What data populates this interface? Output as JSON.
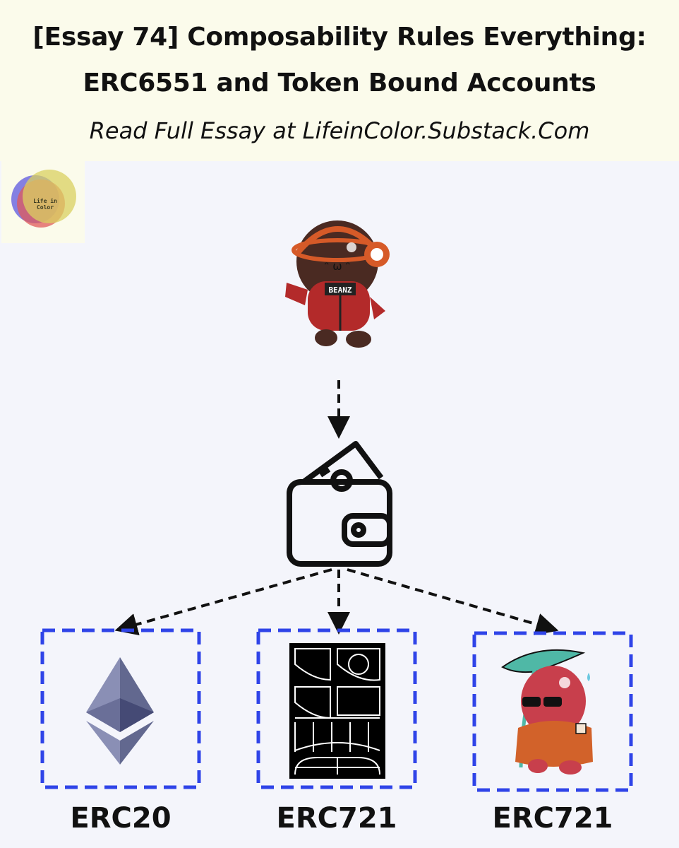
{
  "header": {
    "title_line1": "[Essay 74] Composability Rules Everything:",
    "title_line2": "ERC6551 and Token Bound Accounts",
    "subtitle": "Read Full Essay at LifeinColor.Substack.Com"
  },
  "logo": {
    "text": "Life in Color",
    "colors": [
      "#6f6ae0",
      "#e05a5a",
      "#d9d060"
    ]
  },
  "nodes": {
    "top": {
      "icon": "beanz-character-nft"
    },
    "middle": {
      "icon": "wallet-icon"
    },
    "bottom": [
      {
        "label": "ERC20",
        "icon": "ethereum-icon"
      },
      {
        "label": "ERC721",
        "icon": "abstract-nft-art"
      },
      {
        "label": "ERC721",
        "icon": "azuki-bean-nft"
      }
    ]
  },
  "colors": {
    "header_bg": "#fbfbeb",
    "page_bg": "#f4f5fb",
    "box_border": "#2f44e8",
    "arrow": "#111111"
  }
}
